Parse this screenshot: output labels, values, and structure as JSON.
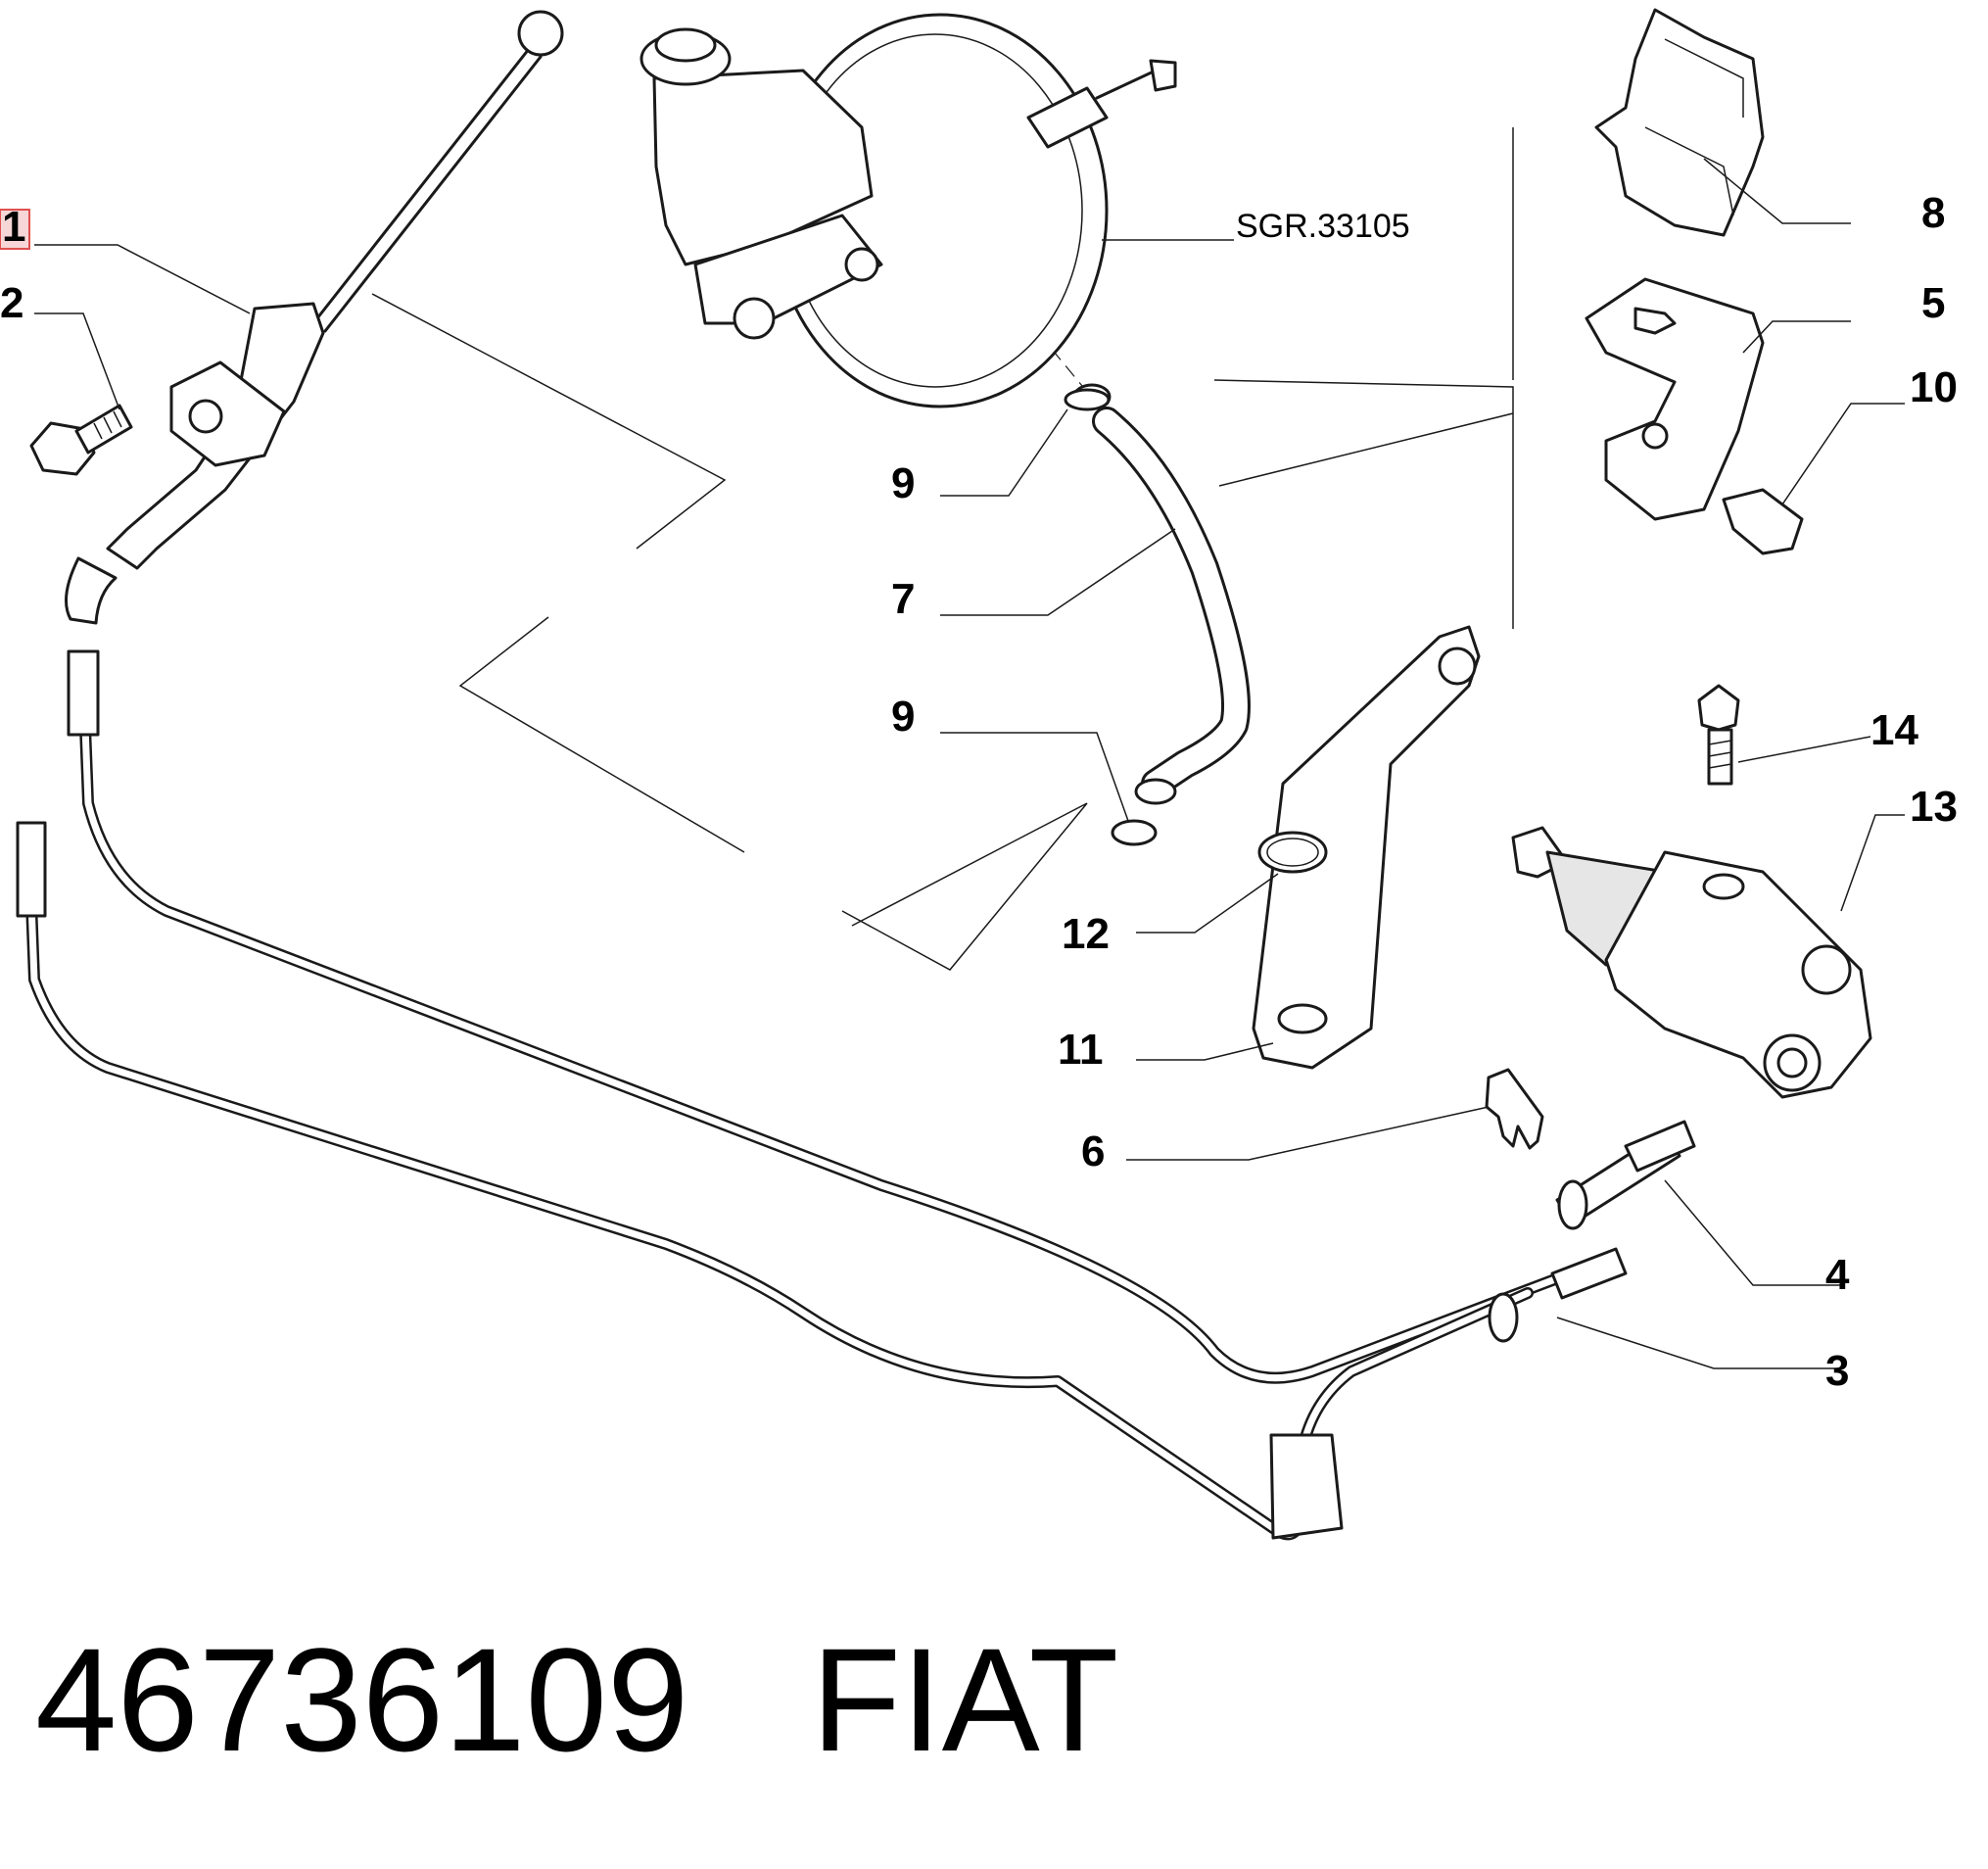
{
  "callouts": {
    "c1": "1",
    "c2": "2",
    "c3": "3",
    "c4": "4",
    "c5": "5",
    "c6": "6",
    "c7": "7",
    "c8": "8",
    "c9a": "9",
    "c9b": "9",
    "c10": "10",
    "c11": "11",
    "c12": "12",
    "c13": "13",
    "c14": "14"
  },
  "reference_note": "SGR.33105",
  "footer": {
    "part_number": "46736109",
    "brand": "FIAT"
  },
  "colors": {
    "line": "#1a1a1a",
    "highlight_box": "#e05050",
    "highlight_fill": "#f6d6d6"
  }
}
